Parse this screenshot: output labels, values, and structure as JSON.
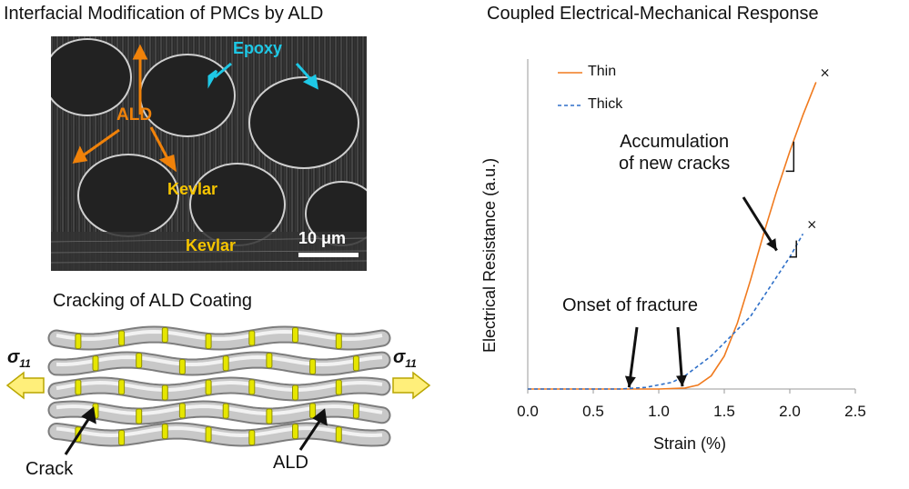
{
  "left_title": "Interfacial Modification of PMCs by ALD",
  "right_title": "Coupled Electrical-Mechanical Response",
  "sem": {
    "labels": {
      "epoxy": "Epoxy",
      "ald": "ALD",
      "kevlar1": "Kevlar",
      "kevlar2": "Kevlar"
    },
    "scale_bar": "10 μm",
    "colors": {
      "ald": "#f0820a",
      "epoxy": "#1ec8e6",
      "kevlar": "#f5c400"
    }
  },
  "schematic": {
    "title": "Cracking of ALD Coating",
    "stress_left": "σ",
    "stress_left_sub": "11",
    "stress_right": "σ",
    "stress_right_sub": "11",
    "crack_label": "Crack",
    "ald_label": "ALD",
    "colors": {
      "fiber": "#c8c8c8",
      "coating": "#e6e600",
      "arrow": "#ffef7a"
    }
  },
  "chart_data": {
    "type": "line",
    "xlabel": "Strain (%)",
    "ylabel": "Electrical Resistance (a.u.)",
    "xlim": [
      0,
      2.5
    ],
    "xticks": [
      "0.0",
      "0.5",
      "1.0",
      "1.5",
      "2.0",
      "2.5"
    ],
    "ylim": [
      0,
      1.0
    ],
    "legend": "top-left",
    "series": [
      {
        "name": "Thin",
        "style": "solid",
        "color": "#f07a1e",
        "x": [
          0.0,
          1.0,
          1.2,
          1.3,
          1.4,
          1.5,
          1.6,
          1.7,
          1.8,
          1.9,
          2.0,
          2.1,
          2.2
        ],
        "y": [
          0.0,
          0.0,
          0.003,
          0.012,
          0.04,
          0.1,
          0.2,
          0.33,
          0.47,
          0.6,
          0.72,
          0.83,
          0.93
        ]
      },
      {
        "name": "Thick",
        "style": "dashed",
        "color": "#2e6fc8",
        "x": [
          0.0,
          0.7,
          0.9,
          1.1,
          1.2,
          1.3,
          1.4,
          1.5,
          1.6,
          1.7,
          1.8,
          1.9,
          2.0,
          2.1
        ],
        "y": [
          0.0,
          0.0,
          0.005,
          0.02,
          0.04,
          0.07,
          0.1,
          0.14,
          0.18,
          0.22,
          0.28,
          0.34,
          0.4,
          0.47
        ]
      }
    ],
    "annotations": {
      "cracks": "Accumulation\nof new cracks",
      "onset": "Onset of fracture",
      "end_marker": "×"
    }
  }
}
